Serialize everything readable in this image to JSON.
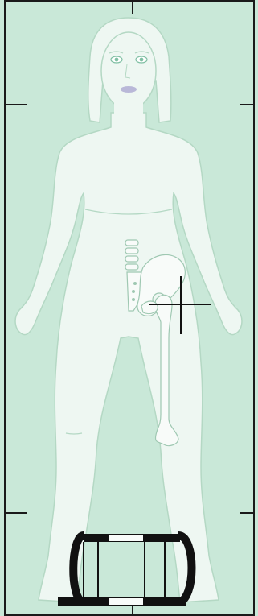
{
  "scan_view": {
    "body_region": "female-full-body",
    "scan_target": "left-hip",
    "colors": {
      "table_background": "#c9e8d8",
      "frame": "#1a1a1a",
      "body_fill": "#eef7f2",
      "body_outline": "#b4d8c4",
      "bone_fill": "#f8fbf9",
      "bone_outline": "#9fc8b2",
      "crosshair": "#111111",
      "positioner": "#111111",
      "eyes": "#7fbfa3",
      "lips": "#b9b8d8"
    },
    "crosshair_icon": "crosshair-icon",
    "positioning_block_icon": "foot-positioner-icon",
    "edge_ticks": [
      "tick-left-top",
      "tick-right-top",
      "tick-left-bottom",
      "tick-right-bottom"
    ]
  }
}
